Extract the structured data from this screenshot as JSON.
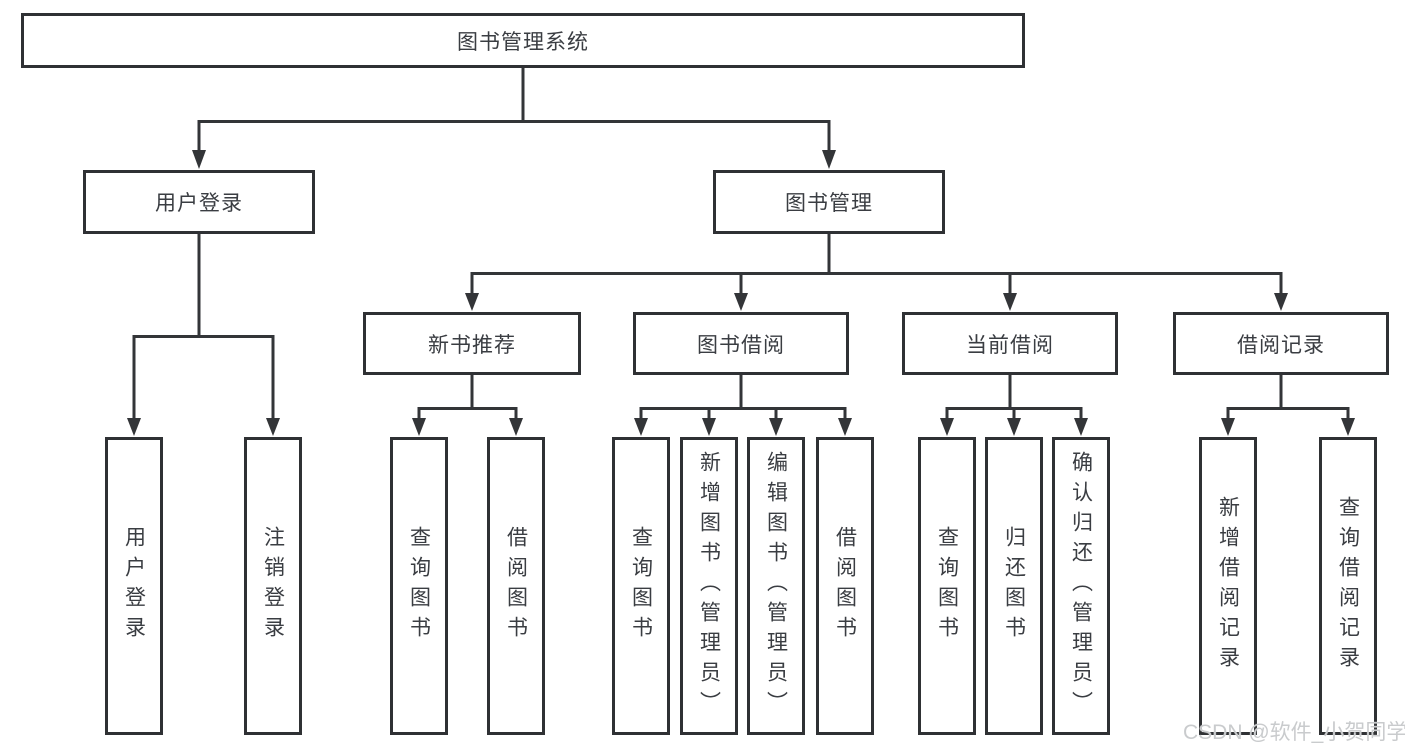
{
  "diagram": {
    "tree": {
      "root": "图书管理系统",
      "branches": [
        {
          "label": "用户登录",
          "leaves": [
            "用户登录",
            "注销登录"
          ]
        },
        {
          "label": "图书管理",
          "children": [
            {
              "label": "新书推荐",
              "leaves": [
                "查询图书",
                "借阅图书"
              ]
            },
            {
              "label": "图书借阅",
              "leaves": [
                "查询图书",
                "新增图书（管理员）",
                "编辑图书（管理员）",
                "借阅图书"
              ]
            },
            {
              "label": "当前借阅",
              "leaves": [
                "查询图书",
                "归还图书",
                "确认归还（管理员）"
              ]
            },
            {
              "label": "借阅记录",
              "leaves": [
                "新增借阅记录",
                "查询借阅记录"
              ]
            }
          ]
        }
      ]
    },
    "colors": {
      "line": "#333538",
      "box_border": "#2f3134",
      "text": "#3a3d42",
      "background": "#ffffff",
      "watermark": "#c9cbcd"
    }
  },
  "watermark": {
    "text": "CSDN @软件_小贺同学"
  }
}
